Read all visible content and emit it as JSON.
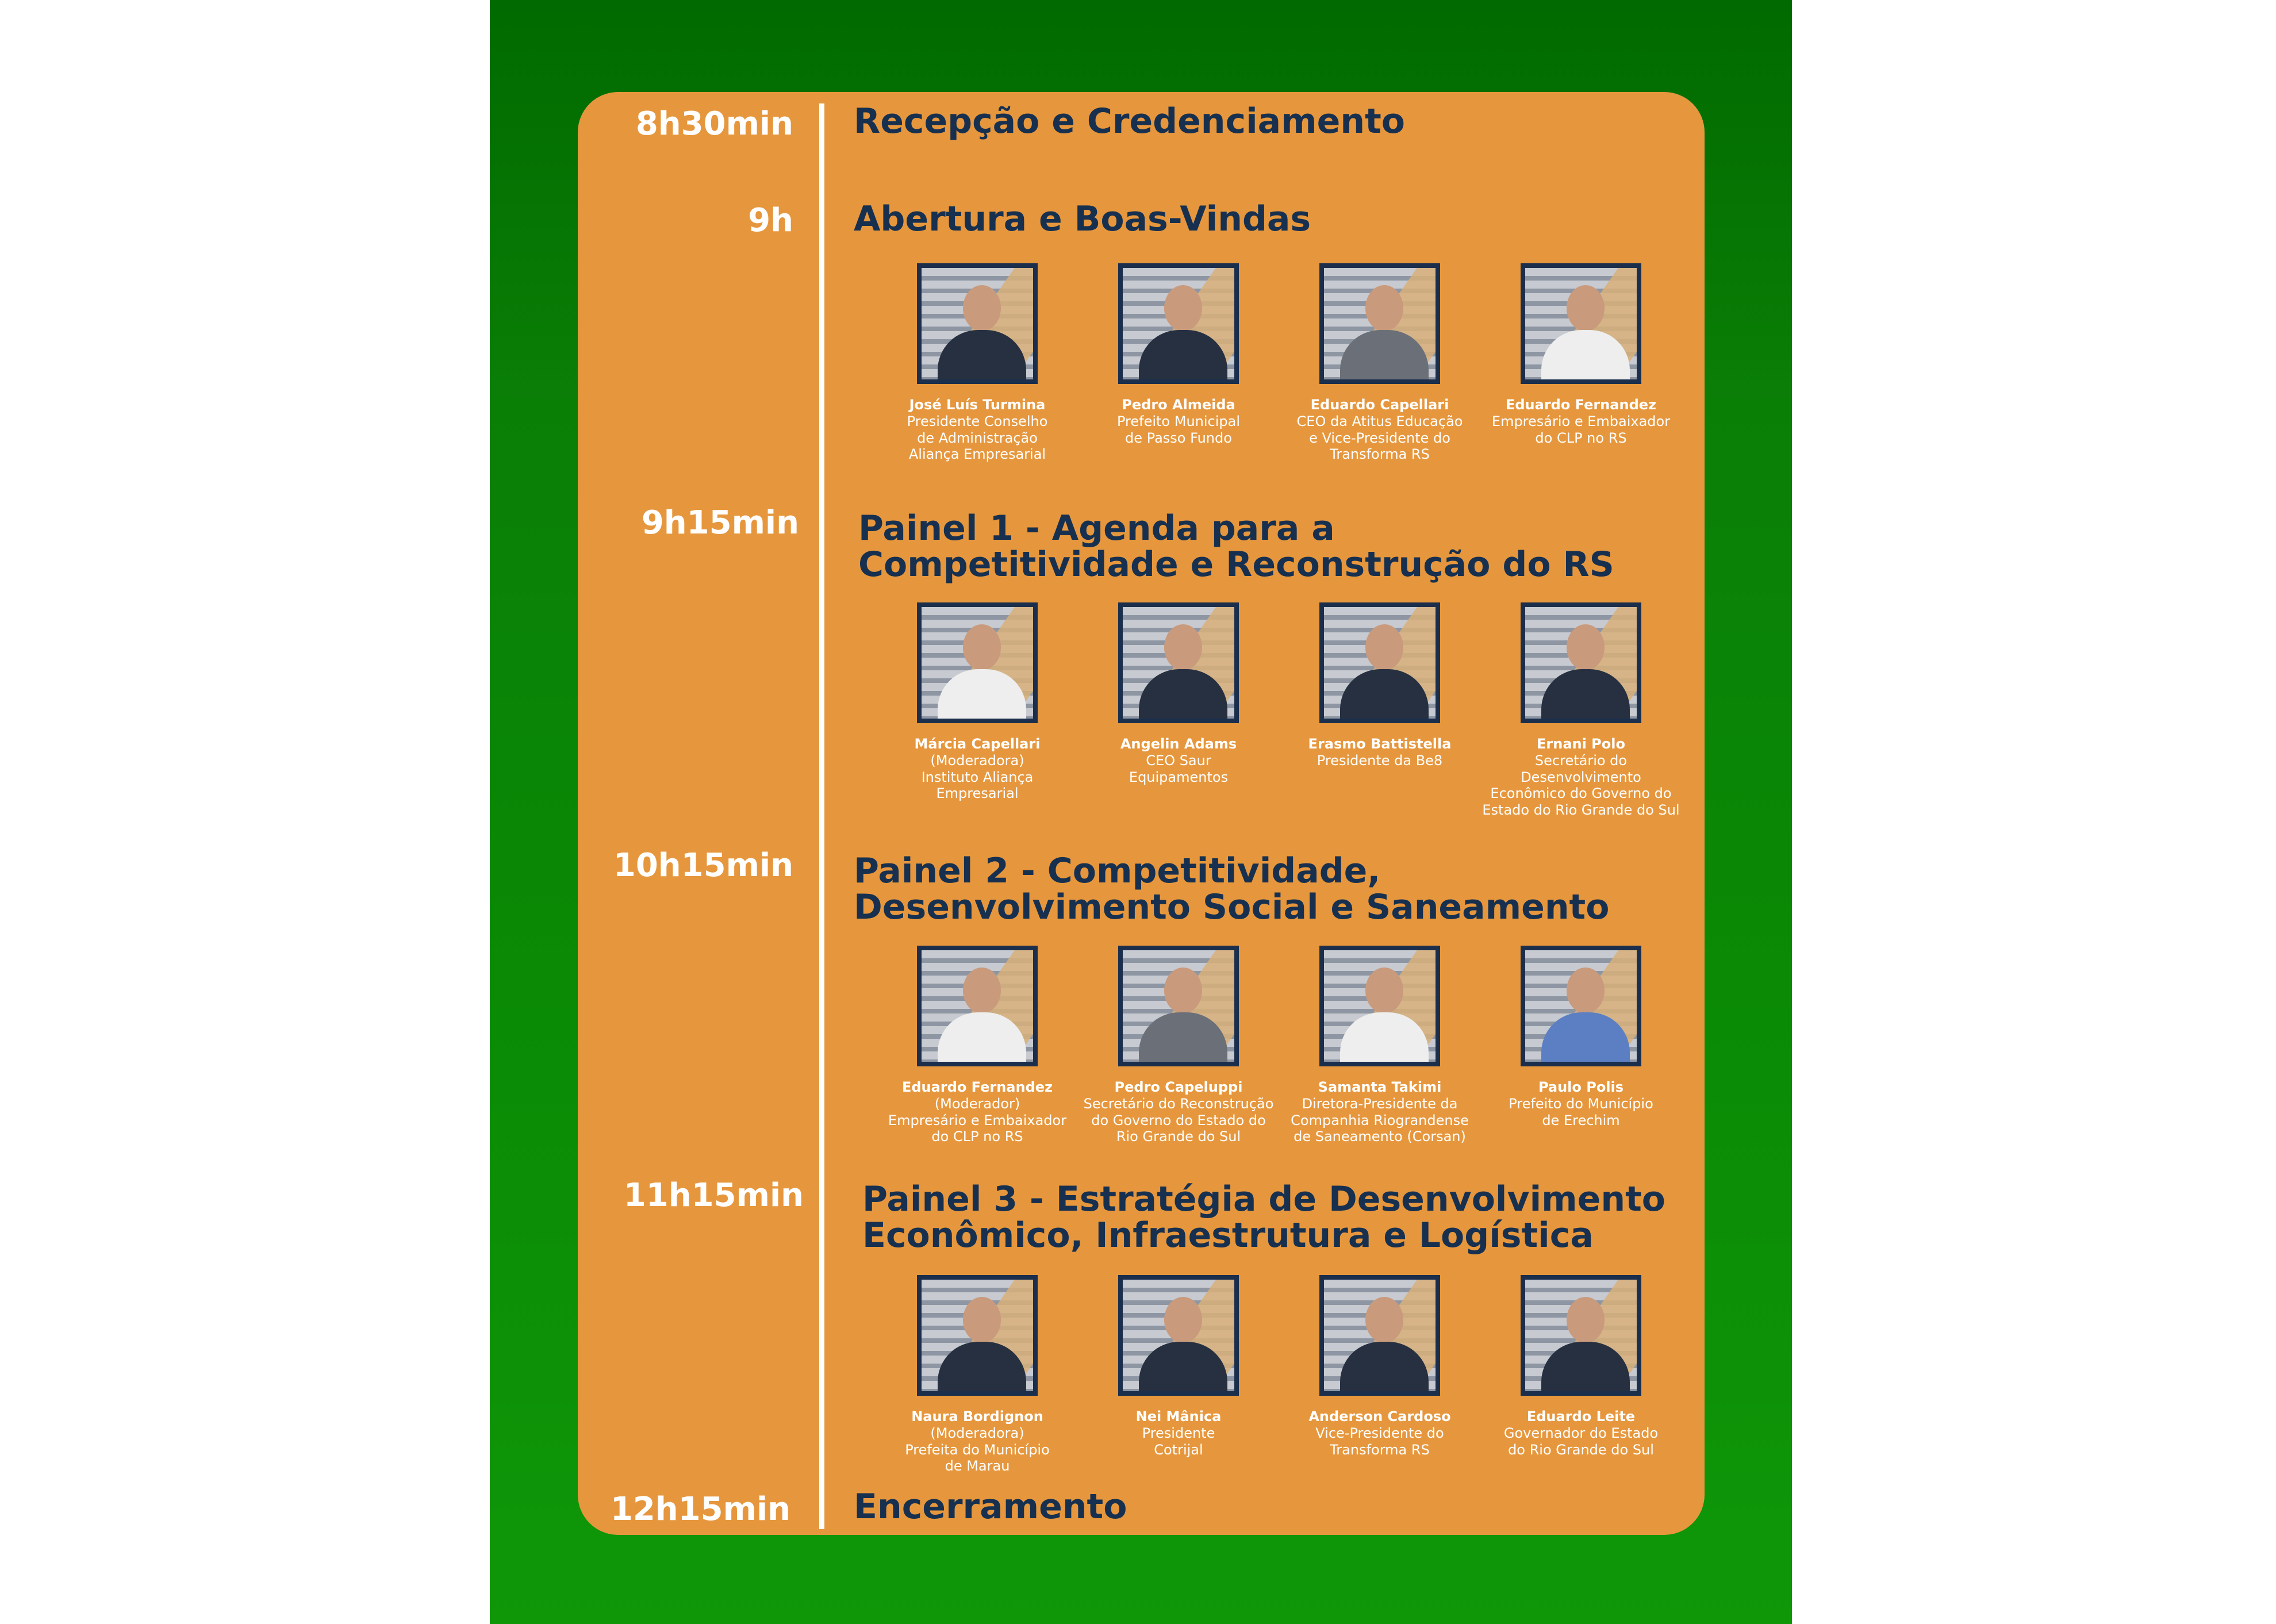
{
  "schedule": [
    {
      "time": "8h30min",
      "title": "Recepção e Credenciamento",
      "speakers": []
    },
    {
      "time": "9h",
      "title": "Abertura e Boas-Vindas",
      "speakers": [
        {
          "name": "José Luís Turmina",
          "role": "Presidente Conselho\nde Administração\nAliança Empresarial"
        },
        {
          "name": "Pedro Almeida",
          "role": "Prefeito Municipal\nde Passo Fundo"
        },
        {
          "name": "Eduardo Capellari",
          "role": "CEO da Atitus Educação\ne Vice-Presidente do\nTransforma RS"
        },
        {
          "name": "Eduardo Fernandez",
          "role": "Empresário e Embaixador\ndo CLP no RS"
        }
      ]
    },
    {
      "time": "9h15min",
      "title": "Painel 1 - Agenda para a\nCompetitividade e Reconstrução do RS",
      "speakers": [
        {
          "name": "Márcia Capellari",
          "role": "(Moderadora)\nInstituto Aliança\nEmpresarial"
        },
        {
          "name": "Angelin Adams",
          "role": "CEO Saur\nEquipamentos"
        },
        {
          "name": "Erasmo Battistella",
          "role": "Presidente da Be8"
        },
        {
          "name": "Ernani Polo",
          "role": "Secretário do Desenvolvimento\nEconômico do Governo do\nEstado do Rio Grande do Sul"
        }
      ]
    },
    {
      "time": "10h15min",
      "title": "Painel 2 - Competitividade,\nDesenvolvimento Social e Saneamento",
      "speakers": [
        {
          "name": "Eduardo Fernandez",
          "role": "(Moderador)\nEmpresário e Embaixador\ndo CLP no RS"
        },
        {
          "name": "Pedro Capeluppi",
          "role": "Secretário do Reconstrução\ndo Governo do Estado do\nRio Grande do Sul"
        },
        {
          "name": "Samanta Takimi",
          "role": "Diretora-Presidente da\nCompanhia Riograndense\nde Saneamento (Corsan)"
        },
        {
          "name": "Paulo Polis",
          "role": "Prefeito do Município\nde Erechim"
        }
      ]
    },
    {
      "time": "11h15min",
      "title": "Painel 3 - Estratégia de Desenvolvimento\nEconômico, Infraestrutura e Logística",
      "speakers": [
        {
          "name": "Naura Bordignon",
          "role": "(Moderadora)\nPrefeita do Município\nde Marau"
        },
        {
          "name": "Nei Mânica",
          "role": "Presidente\nCotrijal"
        },
        {
          "name": "Anderson Cardoso",
          "role": "Vice-Presidente do\nTransforma RS"
        },
        {
          "name": "Eduardo Leite",
          "role": "Governador do Estado\ndo Rio Grande do Sul"
        }
      ]
    },
    {
      "time": "12h15min",
      "title": "Encerramento",
      "speakers": []
    }
  ]
}
